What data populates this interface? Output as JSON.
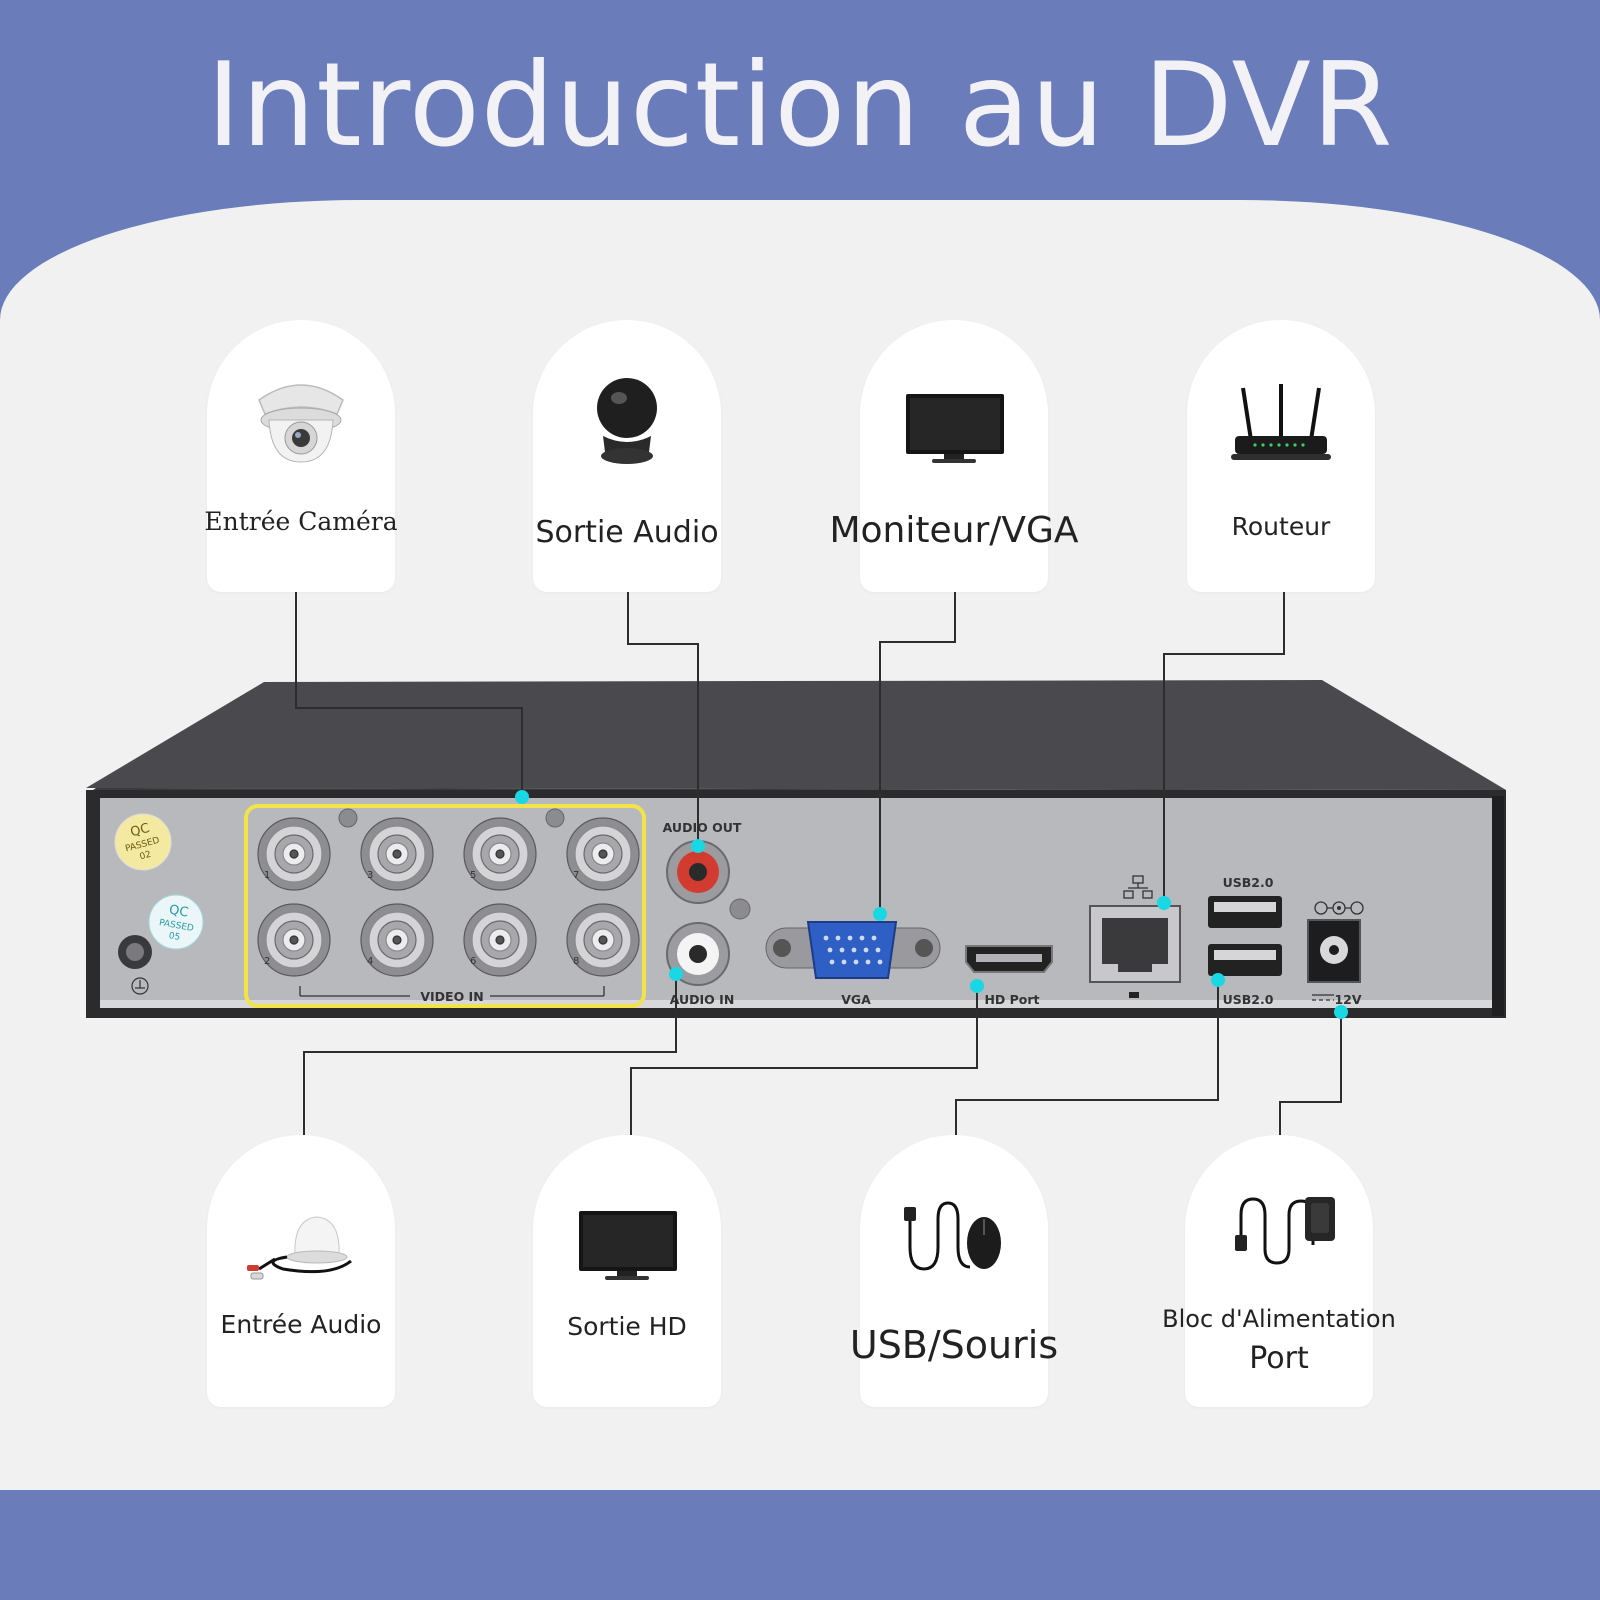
{
  "title": "Introduction au DVR",
  "colors": {
    "brand_blue": "#6a7cba",
    "panel": "#f1f1f1",
    "callout_dot": "#19d7e3",
    "video_in_highlight": "#f2e34a"
  },
  "top_cards": [
    {
      "label": "Entrée Caméra",
      "icon": "dome-camera-icon"
    },
    {
      "label": "Sortie Audio",
      "icon": "speaker-icon"
    },
    {
      "label": "Moniteur/VGA",
      "icon": "monitor-icon"
    },
    {
      "label": "Routeur",
      "icon": "router-icon"
    }
  ],
  "bottom_cards": [
    {
      "label": "Entrée Audio",
      "icon": "microphone-icon"
    },
    {
      "label": "Sortie HD",
      "icon": "tv-icon"
    },
    {
      "label": "USB/Souris",
      "icon": "usb-mouse-icon"
    },
    {
      "label": "Bloc d'Alimentation",
      "label2": "Port",
      "icon": "power-adapter-icon"
    }
  ],
  "dvr": {
    "qc_badge_1": [
      "QC",
      "PASSED",
      "02"
    ],
    "qc_badge_2": [
      "QC",
      "PASSED",
      "05"
    ],
    "video_in_label": "VIDEO IN",
    "channel_numbers": [
      "1",
      "3",
      "5",
      "7",
      "2",
      "4",
      "6",
      "8"
    ],
    "audio_out_label": "AUDIO OUT",
    "audio_in_label": "AUDIO IN",
    "vga_label": "VGA",
    "hd_port_label": "HD Port",
    "usb_top_label": "USB2.0",
    "usb_bottom_label": "USB2.0",
    "power_label": "12V"
  }
}
